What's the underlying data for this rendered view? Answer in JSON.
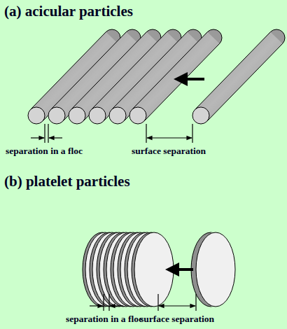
{
  "diagram": {
    "labels": [
      "(a) acicular particles",
      "separation in a floc",
      "surface separation",
      "(b) platelet particles",
      "separation in a floc",
      "surface separation"
    ]
  }
}
